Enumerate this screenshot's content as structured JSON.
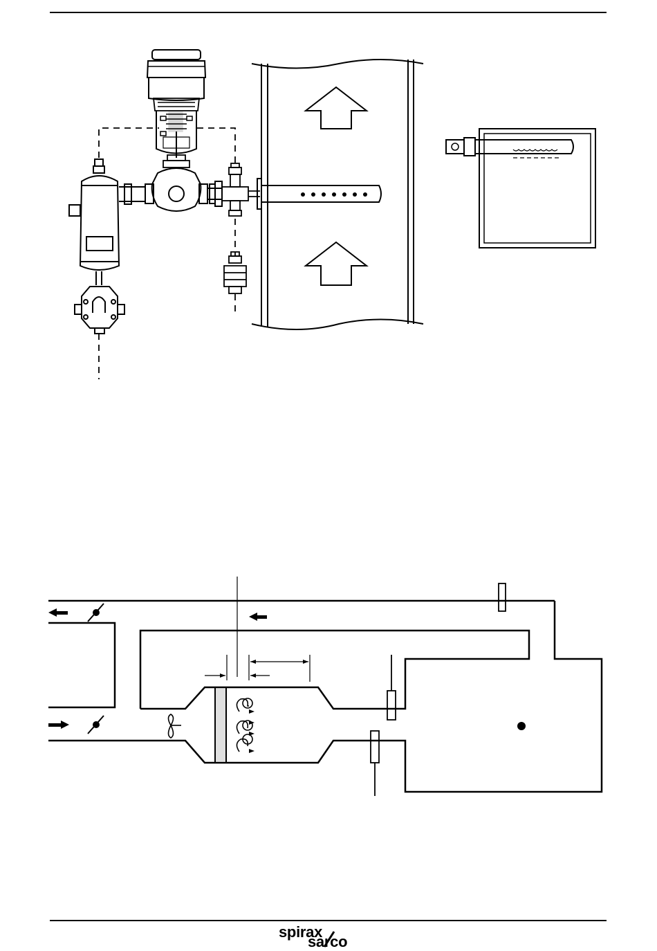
{
  "brand": {
    "logo_top": "spirax",
    "logo_bottom": "sarco"
  },
  "colors": {
    "ink": "#000000",
    "paper": "#ffffff",
    "filter_shading": "#bbbbbb"
  },
  "figures": [
    {
      "id": "steam-injection-installation",
      "components": [
        "electric-actuator",
        "control-valve",
        "separator",
        "float-trap",
        "strainer-tee",
        "thermodynamic-trap",
        "distribution-pipe",
        "duct",
        "airflow-arrows",
        "duct-section-detail"
      ]
    },
    {
      "id": "air-handling-system",
      "components": [
        "return-duct",
        "supply-duct",
        "dampers",
        "fan",
        "filter",
        "coil-section",
        "humidity-sensors",
        "room",
        "flow-arrows"
      ]
    }
  ]
}
